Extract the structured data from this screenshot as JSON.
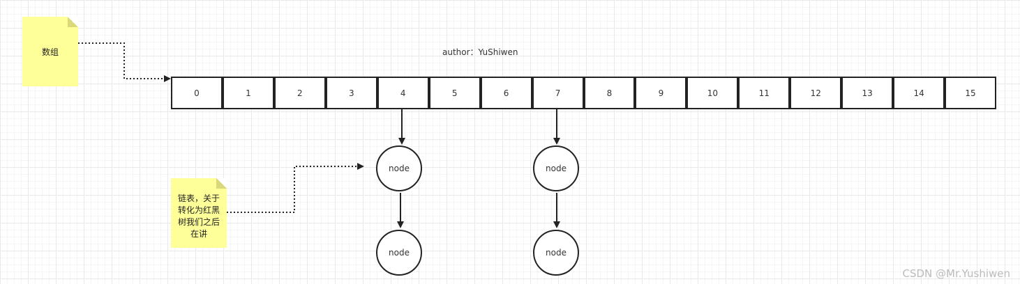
{
  "author": "author：YuShiwen",
  "array_note": "数组",
  "list_note": "链表，关于转化为红黑树我们之后在讲",
  "array_cells": [
    "0",
    "1",
    "2",
    "3",
    "4",
    "5",
    "6",
    "7",
    "8",
    "9",
    "10",
    "11",
    "12",
    "13",
    "14",
    "15"
  ],
  "node_label": "node",
  "watermark": "CSDN @Mr.Yushiwen"
}
